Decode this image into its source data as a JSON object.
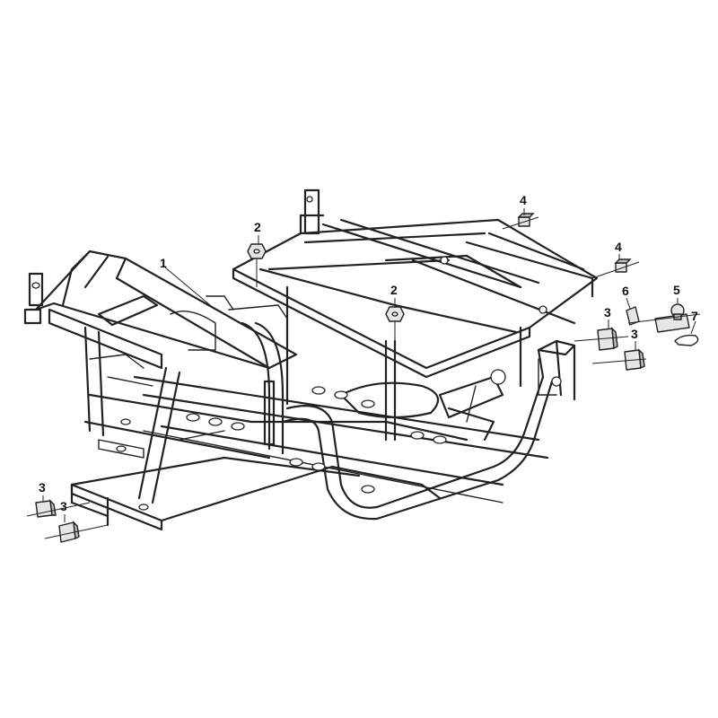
{
  "diagram": {
    "callouts": [
      {
        "id": "c1",
        "label": "1"
      },
      {
        "id": "c2a",
        "label": "2"
      },
      {
        "id": "c2b",
        "label": "2"
      },
      {
        "id": "c3a",
        "label": "3"
      },
      {
        "id": "c3b",
        "label": "3"
      },
      {
        "id": "c3c",
        "label": "3"
      },
      {
        "id": "c3d",
        "label": "3"
      },
      {
        "id": "c4a",
        "label": "4"
      },
      {
        "id": "c4b",
        "label": "4"
      },
      {
        "id": "c5",
        "label": "5"
      },
      {
        "id": "c6",
        "label": "6"
      },
      {
        "id": "c7",
        "label": "7"
      }
    ]
  }
}
